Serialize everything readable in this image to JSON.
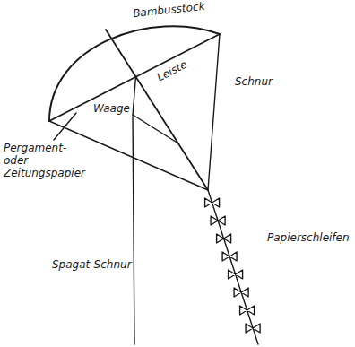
{
  "diagram": {
    "labels": [
      "Bambusstock",
      "Leiste",
      "Schnur",
      "Pergament- oder Zeitungspapier",
      "Waage",
      "Spagat-Schnur",
      "Papierschleifen"
    ]
  }
}
